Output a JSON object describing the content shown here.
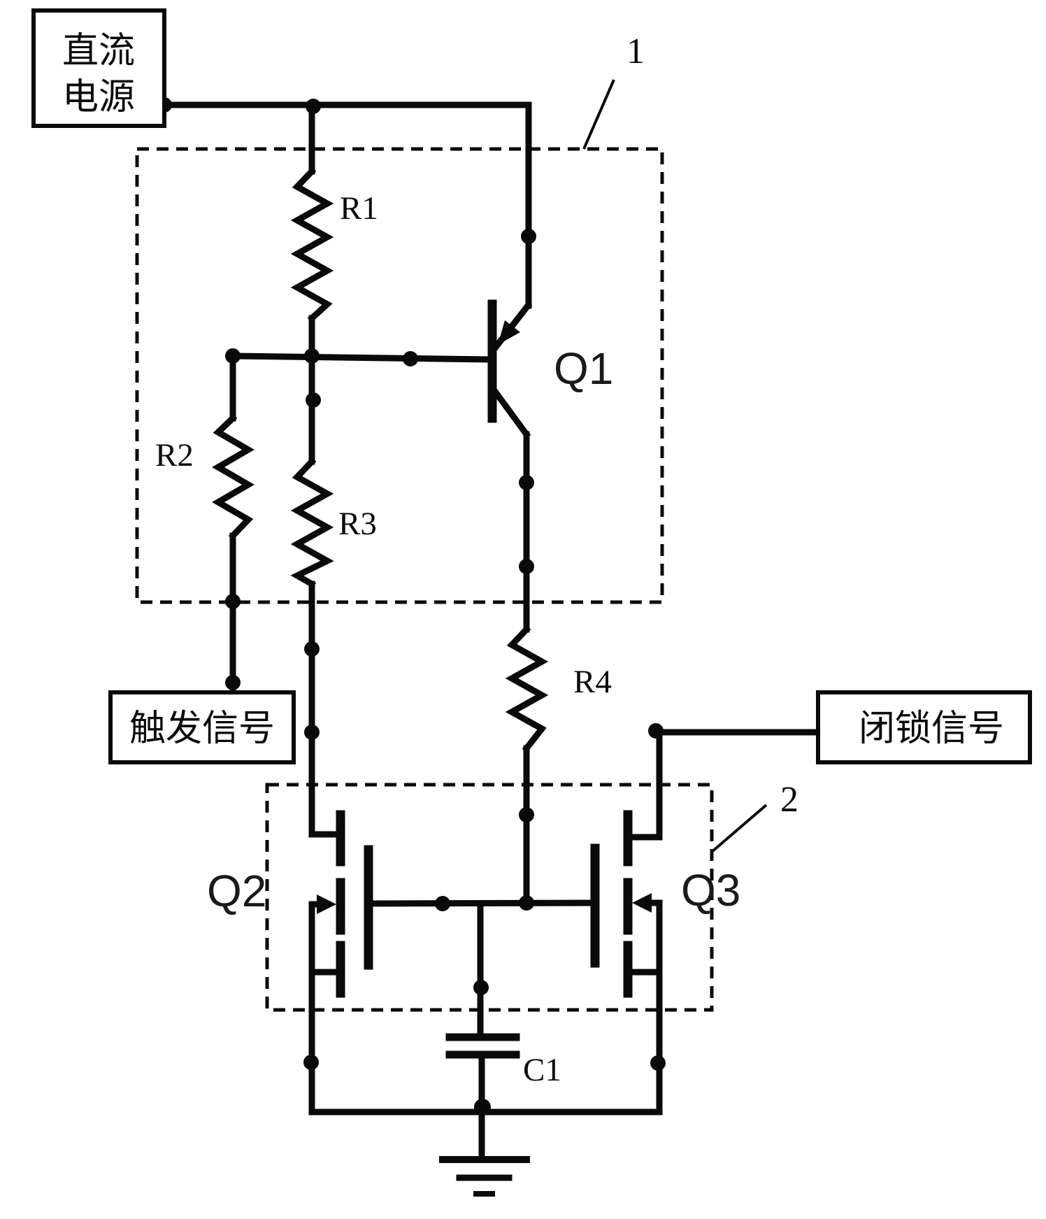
{
  "figure": {
    "background": "#ffffff",
    "ink_color": "#0a0a0a",
    "blocks": {
      "dc_power_line1": "直流",
      "dc_power_line2": "电源",
      "trigger_signal": "触发信号",
      "latch_signal": "闭锁信号"
    },
    "components": {
      "r1": "R1",
      "r2": "R2",
      "r3": "R3",
      "r4": "R4",
      "q1": "Q1",
      "q2": "Q2",
      "q3": "Q3",
      "c1": "C1"
    },
    "callouts": {
      "block1": "1",
      "block2": "2"
    }
  }
}
